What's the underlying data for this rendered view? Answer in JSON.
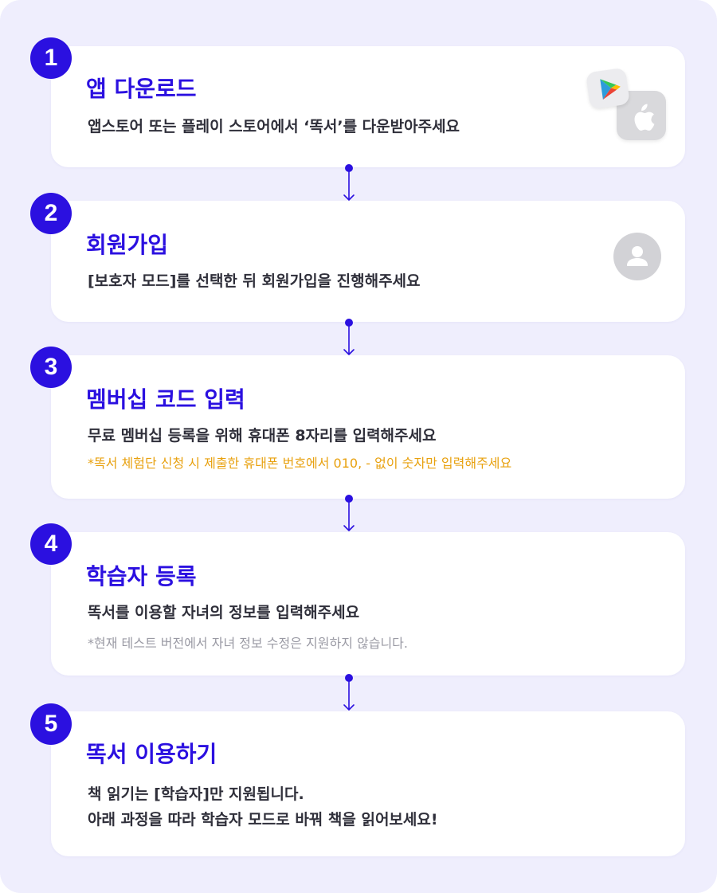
{
  "steps": [
    {
      "number": "1",
      "title": "앱 다운로드",
      "description": "앱스토어 또는 플레이 스토어에서 ‘똑서’를 다운받아주세요",
      "icon": "app-store-icons"
    },
    {
      "number": "2",
      "title": "회원가입",
      "description": "[보호자 모드]를 선택한 뒤 회원가입을 진행해주세요",
      "icon": "user-profile-icon"
    },
    {
      "number": "3",
      "title": "멤버십 코드 입력",
      "description": "무료 멤버십 등록을 위해 휴대폰 8자리를 입력해주세요",
      "note": "*똑서 체험단 신청 시 제출한 휴대폰 번호에서 010, - 없이 숫자만 입력해주세요"
    },
    {
      "number": "4",
      "title": "학습자 등록",
      "description": "똑서를 이용할 자녀의 정보를 입력해주세요",
      "note": "*현재 테스트 버전에서 자녀 정보 수정은 지원하지 않습니다."
    },
    {
      "number": "5",
      "title": "똑서 이용하기",
      "description_line1": "책 읽기는 [학습자]만 지원됩니다.",
      "description_line2": "아래 과정을 따라 학습자 모드로 바꿔 책을 읽어보세요!"
    }
  ],
  "colors": {
    "background": "#efeefd",
    "accent": "#2b10e0",
    "note_orange": "#e8a10f",
    "note_gray": "#9a9aa4",
    "text": "#2f2f3a"
  }
}
